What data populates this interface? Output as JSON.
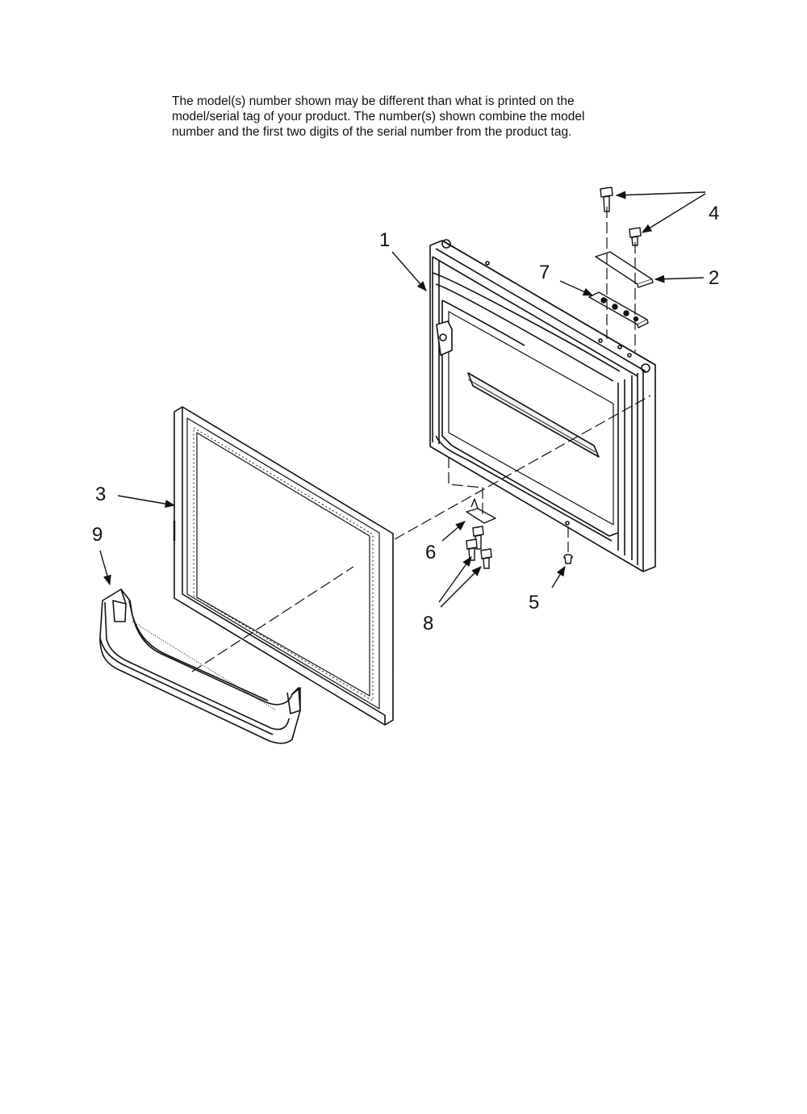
{
  "disclaimer": {
    "lines": [
      "The model(s) number shown may be different than what is printed on the",
      "model/serial tag of your product. The number(s) shown combine the model",
      "number and the first two digits of the serial number from the product tag."
    ]
  },
  "callouts": {
    "c1": "1",
    "c2": "2",
    "c3": "3",
    "c4": "4",
    "c5": "5",
    "c6": "6",
    "c7": "7",
    "c8": "8",
    "c9": "9"
  },
  "colors": {
    "ink": "#111111",
    "paper": "#ffffff",
    "shade": "#e8e8e8"
  }
}
